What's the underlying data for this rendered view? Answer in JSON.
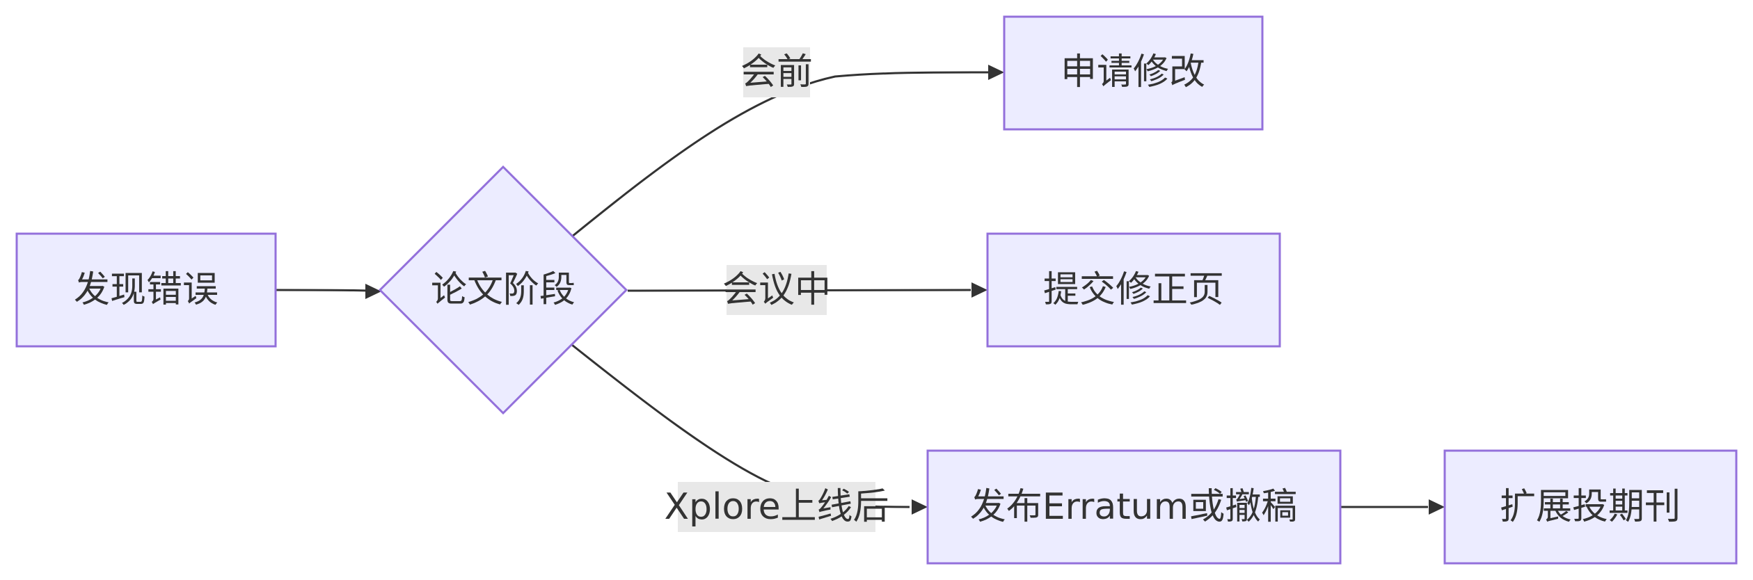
{
  "diagram": {
    "type": "flowchart",
    "direction": "left-to-right",
    "nodes": {
      "discover_error": {
        "label": "发现错误",
        "shape": "rectangle"
      },
      "paper_stage": {
        "label": "论文阶段",
        "shape": "diamond"
      },
      "request_change": {
        "label": "申请修改",
        "shape": "rectangle"
      },
      "submit_correction": {
        "label": "提交修正页",
        "shape": "rectangle"
      },
      "publish_erratum": {
        "label": "发布Erratum或撤稿",
        "shape": "rectangle"
      },
      "extend_journal": {
        "label": "扩展投期刊",
        "shape": "rectangle"
      }
    },
    "edges": {
      "discover_to_stage": {
        "from": "discover_error",
        "to": "paper_stage",
        "label": ""
      },
      "stage_to_request": {
        "from": "paper_stage",
        "to": "request_change",
        "label": "会前"
      },
      "stage_to_submit": {
        "from": "paper_stage",
        "to": "submit_correction",
        "label": "会议中"
      },
      "stage_to_erratum": {
        "from": "paper_stage",
        "to": "publish_erratum",
        "label": "Xplore上线后"
      },
      "erratum_to_journal": {
        "from": "publish_erratum",
        "to": "extend_journal",
        "label": ""
      }
    },
    "colors": {
      "node_fill": "#ececff",
      "node_stroke": "#9370db",
      "edge": "#333333",
      "edge_label_background": "#e8e8e8",
      "text": "#333333"
    }
  }
}
